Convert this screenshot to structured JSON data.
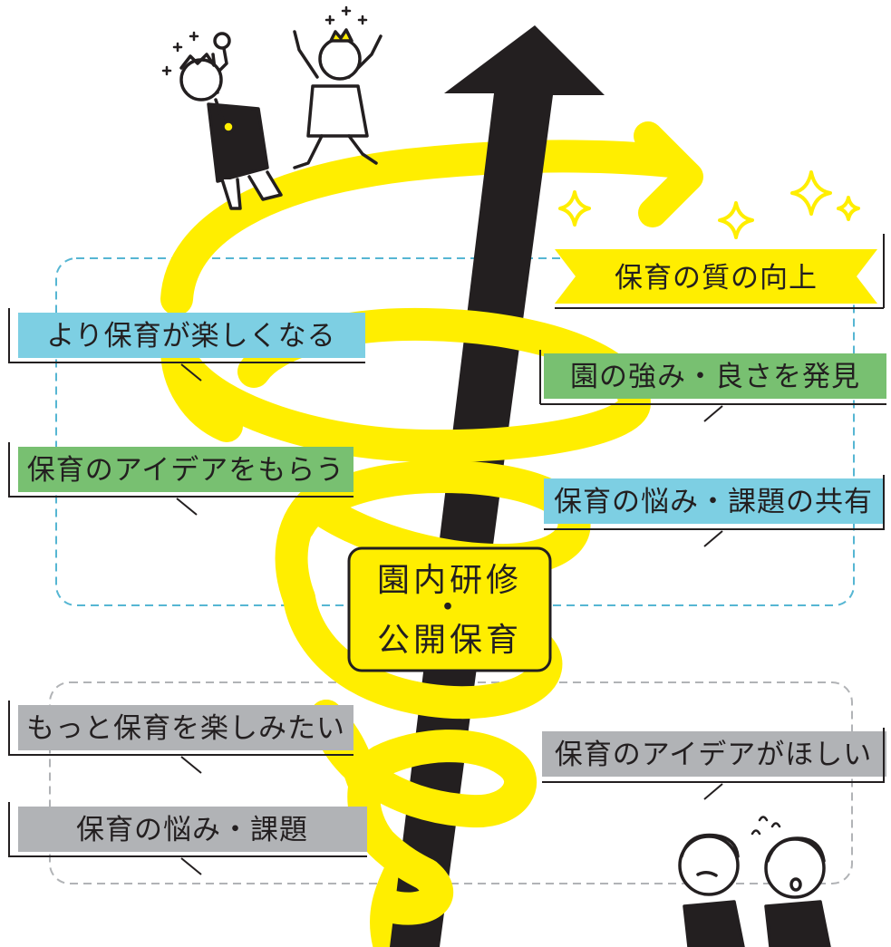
{
  "colors": {
    "spiral": "#ffee00",
    "arrow": "#231f20",
    "blue_tag": "#7dcfe3",
    "green_tag": "#78c071",
    "gray_tag": "#b1b3b6",
    "dashed_blue": "#56b6d3",
    "dashed_gray": "#b1b3b6",
    "center_box": "#ffee00"
  },
  "goal": {
    "label": "保育の質の向上"
  },
  "upper_group": {
    "left": [
      {
        "label": "より保育が楽しくなる",
        "color": "blue"
      },
      {
        "label": "保育のアイデアをもらう",
        "color": "green"
      }
    ],
    "right": [
      {
        "label": "園の強み・良さを発見",
        "color": "green"
      },
      {
        "label": "保育の悩み・課題の共有",
        "color": "blue"
      }
    ]
  },
  "center": {
    "line1": "園内研修",
    "dot": "・",
    "line2": "公開保育"
  },
  "lower_group": {
    "left": [
      {
        "label": "もっと保育を楽しみたい",
        "color": "gray"
      },
      {
        "label": "保育の悩み・課題",
        "color": "gray"
      }
    ],
    "right": [
      {
        "label": "保育のアイデアがほしい",
        "color": "gray"
      }
    ]
  },
  "icons": [
    "sparkle-icon",
    "happy-teachers-illustration",
    "worried-teachers-illustration"
  ]
}
